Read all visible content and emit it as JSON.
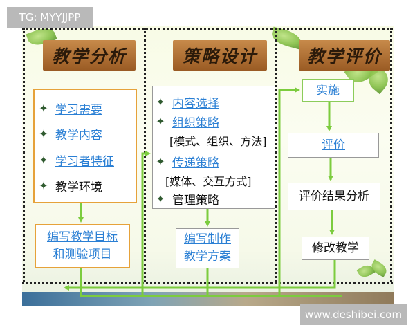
{
  "watermark_top_left": "TG: MYYJJPP",
  "watermark_bottom_right": "www.deshibei.com",
  "columns": [
    {
      "header": "教学分析",
      "items": [
        {
          "label": "学习需要",
          "link": true
        },
        {
          "label": "教学内容",
          "link": true
        },
        {
          "label": "学习者特征",
          "link": true
        },
        {
          "label": "教学环境",
          "link": false
        }
      ],
      "bottom_box": {
        "line1": "编写教学目标",
        "line2": "和测验项目"
      }
    },
    {
      "header": "策略设计",
      "items": [
        {
          "label": "内容选择",
          "link": true
        },
        {
          "label": "组织策略",
          "link": true
        },
        {
          "label": "传递策略",
          "link": true
        },
        {
          "label": "管理策略",
          "link": false
        }
      ],
      "notes": [
        "[模式、组织、方法]",
        "[媒体、交互方式]"
      ],
      "bottom_box": {
        "line1": "编写制作",
        "line2": "教学方案"
      }
    },
    {
      "header": "教学评价",
      "steps": [
        {
          "label": "实施",
          "link": true
        },
        {
          "label": "评价",
          "link": true
        },
        {
          "label": "评价结果分析",
          "link": false
        },
        {
          "label": "修改教学",
          "link": false
        }
      ]
    }
  ],
  "colors": {
    "header_bg": "#b3733a",
    "arrow": "#7ccc3e",
    "link": "#2a7fd4",
    "orange_border": "#e6a23a"
  }
}
